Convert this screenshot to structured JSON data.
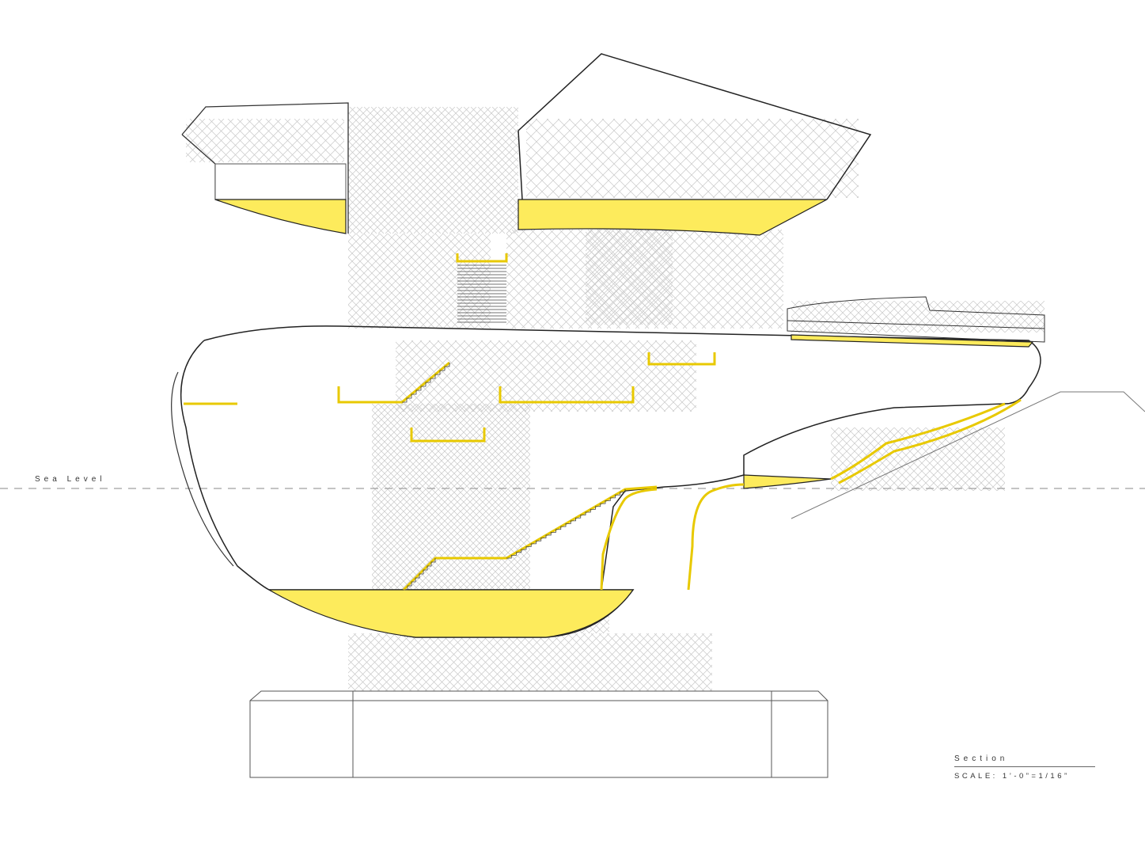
{
  "drawing": {
    "sea_level_label": "Sea Level",
    "title": "Section",
    "scale": "SCALE: 1’-0”=1/16”"
  },
  "colors": {
    "slab_fill": "#fdeb5c",
    "outline": "#222222",
    "lattice": "#bdbdbd"
  }
}
